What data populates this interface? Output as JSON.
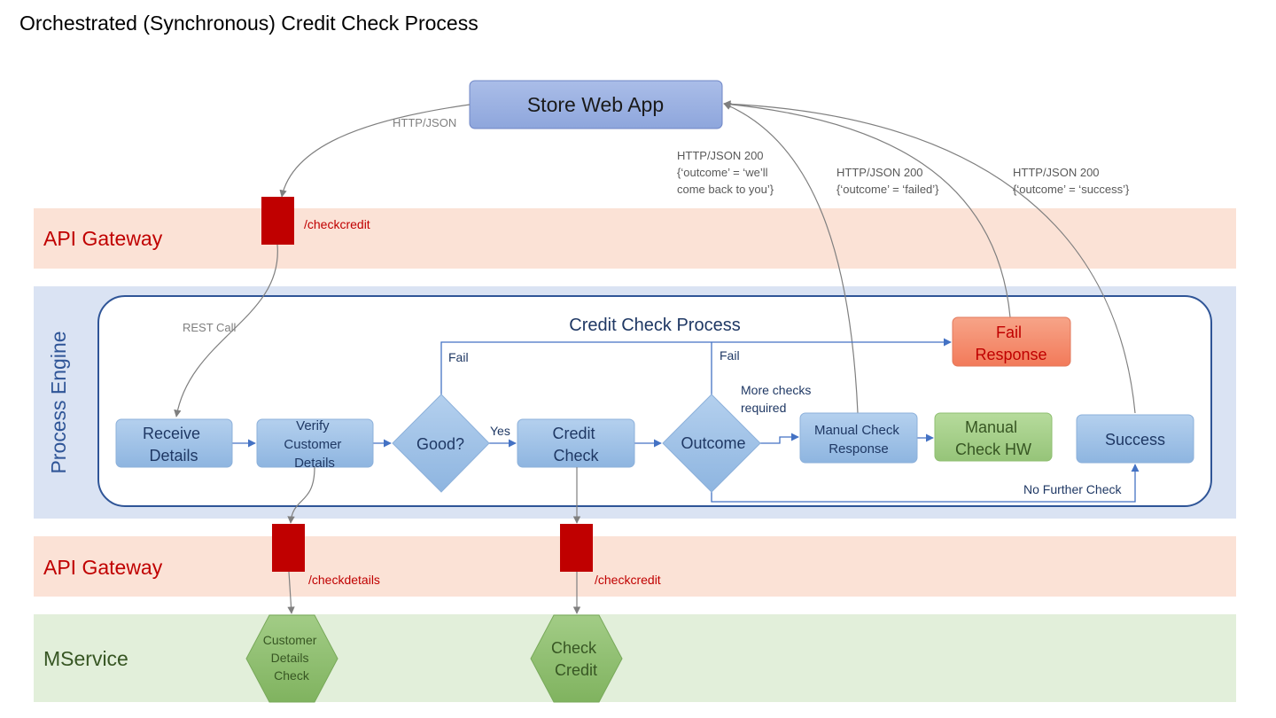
{
  "title": "Orchestrated (Synchronous) Credit Check Process",
  "lanes": {
    "api_gateway_top": "API Gateway",
    "process_engine": "Process Engine",
    "api_gateway_bottom": "API Gateway",
    "mservice": "MService"
  },
  "nodes": {
    "store_web_app": "Store Web App",
    "process_title": "Credit Check Process",
    "receive_details": [
      "Receive",
      "Details"
    ],
    "verify_customer_details": [
      "Verify",
      "Customer",
      "Details"
    ],
    "good_decision": "Good?",
    "credit_check": [
      "Credit",
      "Check"
    ],
    "outcome_decision": "Outcome",
    "manual_check_response": [
      "Manual Check",
      "Response"
    ],
    "manual_check_hw": [
      "Manual",
      "Check HW"
    ],
    "success": "Success",
    "fail_response": [
      "Fail",
      "Response"
    ],
    "customer_details_check": [
      "Customer",
      "Details",
      "Check"
    ],
    "check_credit_service": [
      "Check",
      "Credit"
    ]
  },
  "endpoints": {
    "top_checkcredit": "/checkcredit",
    "checkdetails": "/checkdetails",
    "bottom_checkcredit": "/checkcredit"
  },
  "edge_labels": {
    "http_json": "HTTP/JSON",
    "rest_call": "REST Call",
    "yes": "Yes",
    "fail_1": "Fail",
    "fail_2": "Fail",
    "more_checks": [
      "More checks",
      "required"
    ],
    "no_further_check": "No Further Check",
    "resp_later": [
      "HTTP/JSON 200",
      "{‘outcome’ = ‘we’ll",
      "come back to you’}"
    ],
    "resp_failed": [
      "HTTP/JSON 200",
      "{‘outcome’ = ‘failed’}"
    ],
    "resp_success": [
      "HTTP/JSON 200",
      "{‘outcome’ = ‘success’}"
    ]
  },
  "colors": {
    "gateway_band": "#fbe2d6",
    "engine_band": "#dae3f3",
    "mservice_band": "#e2efda",
    "gateway_text": "#c00000",
    "engine_text": "#2f5597",
    "mservice_text": "#375623",
    "endpoint_red": "#c00000",
    "process_blue": "#9dc3e6",
    "hw_green": "#a9d18e",
    "fail_orange": "#f4896b",
    "hex_green": "#8fbf71"
  }
}
